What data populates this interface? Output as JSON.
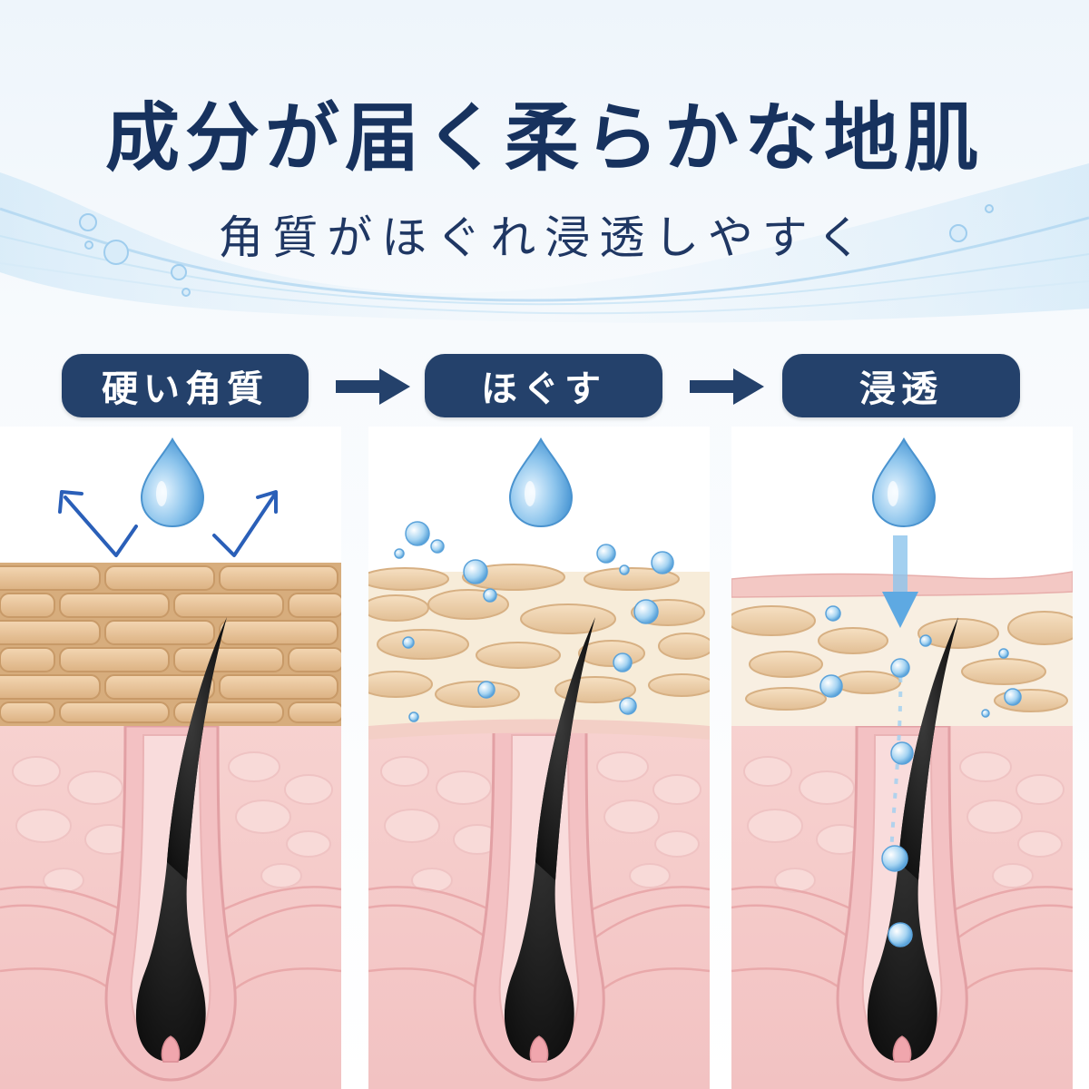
{
  "title": "成分が届く柔らかな地肌",
  "subtitle": "角質がほぐれ浸透しやすく",
  "steps": [
    {
      "label": "硬い角質"
    },
    {
      "label": "ほぐす"
    },
    {
      "label": "浸透"
    }
  ],
  "colors": {
    "navy": "#17325e",
    "pill": "#24416b",
    "skin_pink": "#f4c9c8",
    "cell_beige": "#efcfa8",
    "water": "#8cc4ec",
    "hair": "#141414"
  },
  "icons": [
    "water-drop-icon",
    "right-arrow-icon",
    "bounce-arrow-icon",
    "hair-follicle-icon",
    "bubble-icon"
  ]
}
